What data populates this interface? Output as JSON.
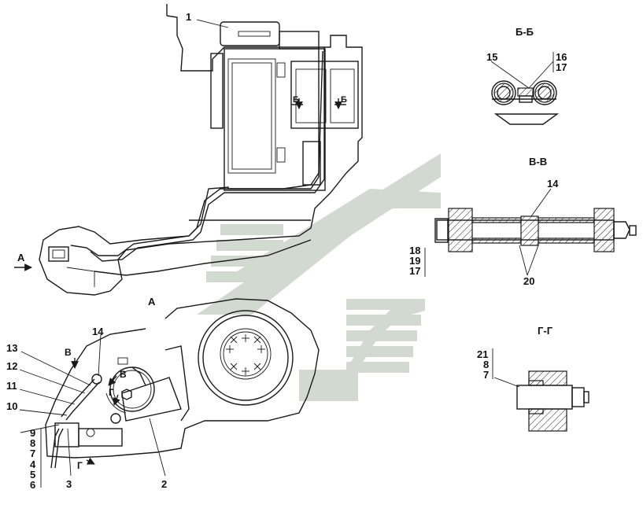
{
  "callouts": {
    "c1": "1",
    "c2": "2",
    "c3": "3",
    "c4": "4",
    "c5": "5",
    "c6": "6",
    "c7": "7",
    "c8": "8",
    "c9": "9",
    "c10": "10",
    "c11": "11",
    "c12": "12",
    "c13": "13",
    "c14": "14"
  },
  "view_markers": {
    "a_arrow": "А",
    "view_a_title": "А",
    "b_left": "Б",
    "b_right": "Б",
    "v_mark": "В",
    "v_mark_detail": "В",
    "g_mark": "Г",
    "g_mark_detail": "Г"
  },
  "section_bb": {
    "title": "Б-Б",
    "c15": "15",
    "c16": "16",
    "c17": "17"
  },
  "section_vv": {
    "title": "В-В",
    "c14": "14",
    "c18": "18",
    "c19": "19",
    "c17": "17",
    "c20": "20"
  },
  "section_gg": {
    "title": "Г-Г",
    "c21": "21",
    "c8": "8",
    "c7": "7"
  },
  "colors": {
    "line": "#1a1a1a",
    "watermark": "#c9d3c9",
    "background": "#ffffff"
  }
}
